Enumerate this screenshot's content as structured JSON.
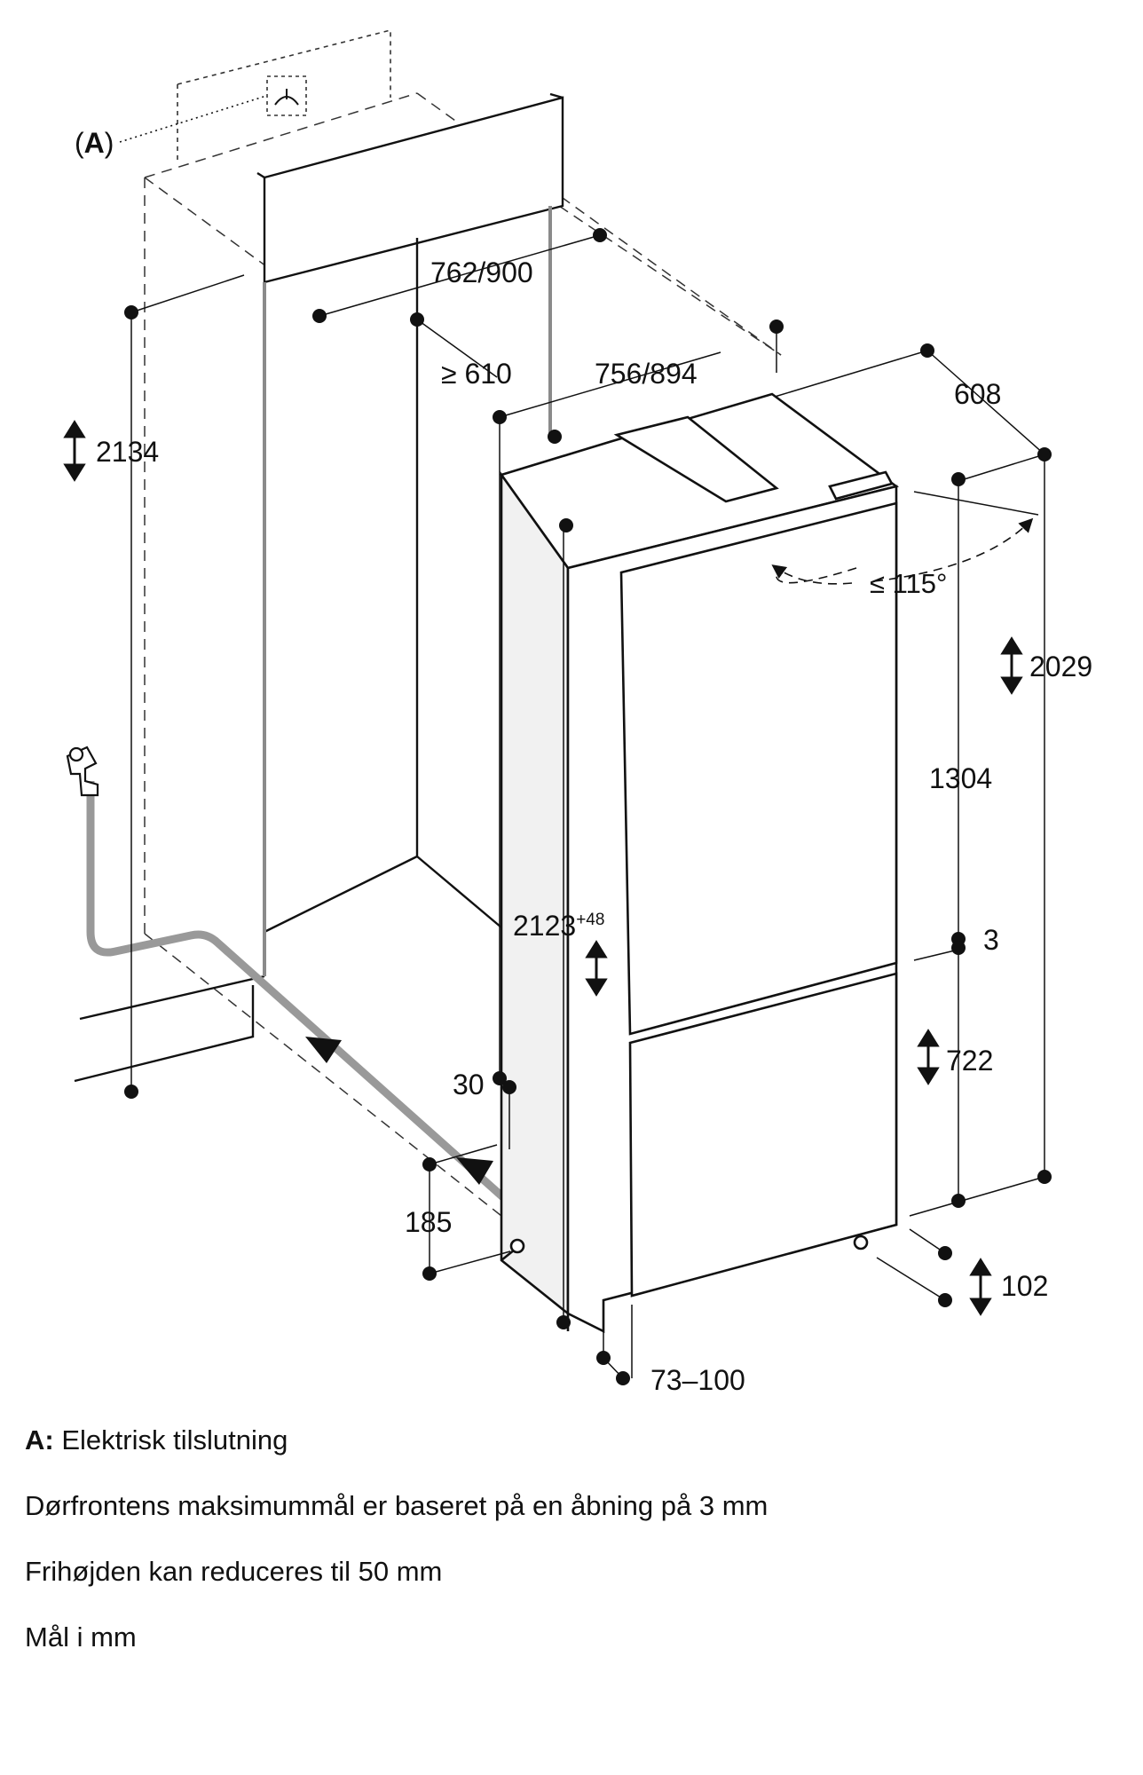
{
  "callout": {
    "letter": "A"
  },
  "dimensions": {
    "cavity_width": "762/900",
    "cavity_height": "2134",
    "cavity_depth_min": "≥ 610",
    "appliance_width": "756/894",
    "appliance_depth": "608",
    "door_angle": "≤ 115°",
    "overall_height": "2029",
    "upper_door_height": "1304",
    "door_gap": "3",
    "niche_height_main": "2123",
    "niche_height_sup": "+48",
    "lower_door_height": "722",
    "side_gap": "30",
    "plinth_height": "185",
    "foot_height": "102",
    "door_offset": "73–100"
  },
  "notes": {
    "a_key": "A:",
    "a_text": "Elektrisk tilslutning",
    "line2": "Dørfrontens maksimummål er baseret på en åbning på 3 mm",
    "line3": "Frihøjden kan reduceres til 50 mm",
    "line4": "Mål i mm"
  }
}
